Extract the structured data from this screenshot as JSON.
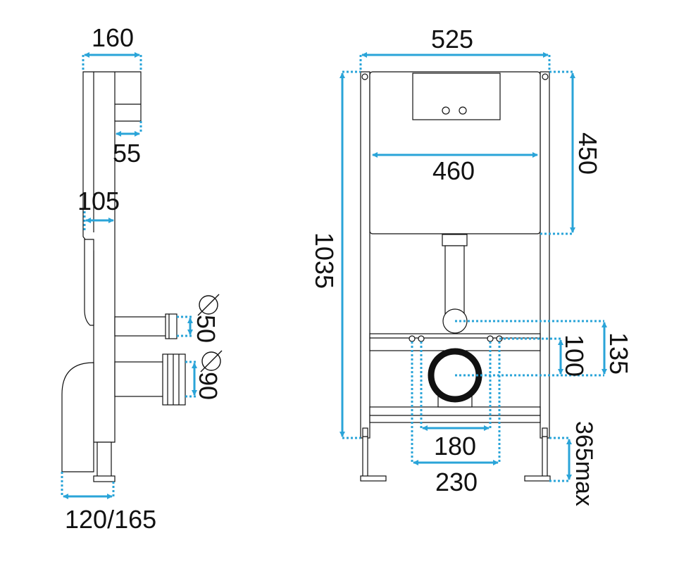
{
  "side_view": {
    "dim_width": "160",
    "dim_depth_top": "55",
    "dim_frame": "105",
    "dim_pipe_small": "50",
    "dim_pipe_large": "90",
    "dim_bottom": "120/165"
  },
  "front_view": {
    "dim_width": "525",
    "dim_tank_width": "460",
    "dim_tank_height": "450",
    "dim_height": "1035",
    "dim_inlet_height": "135",
    "dim_outlet_height": "100",
    "dim_bolt_inner": "180",
    "dim_bolt_outer": "230",
    "dim_leg": "365max"
  },
  "colors": {
    "dimension": "#2aa4d8",
    "outline": "#111111"
  }
}
